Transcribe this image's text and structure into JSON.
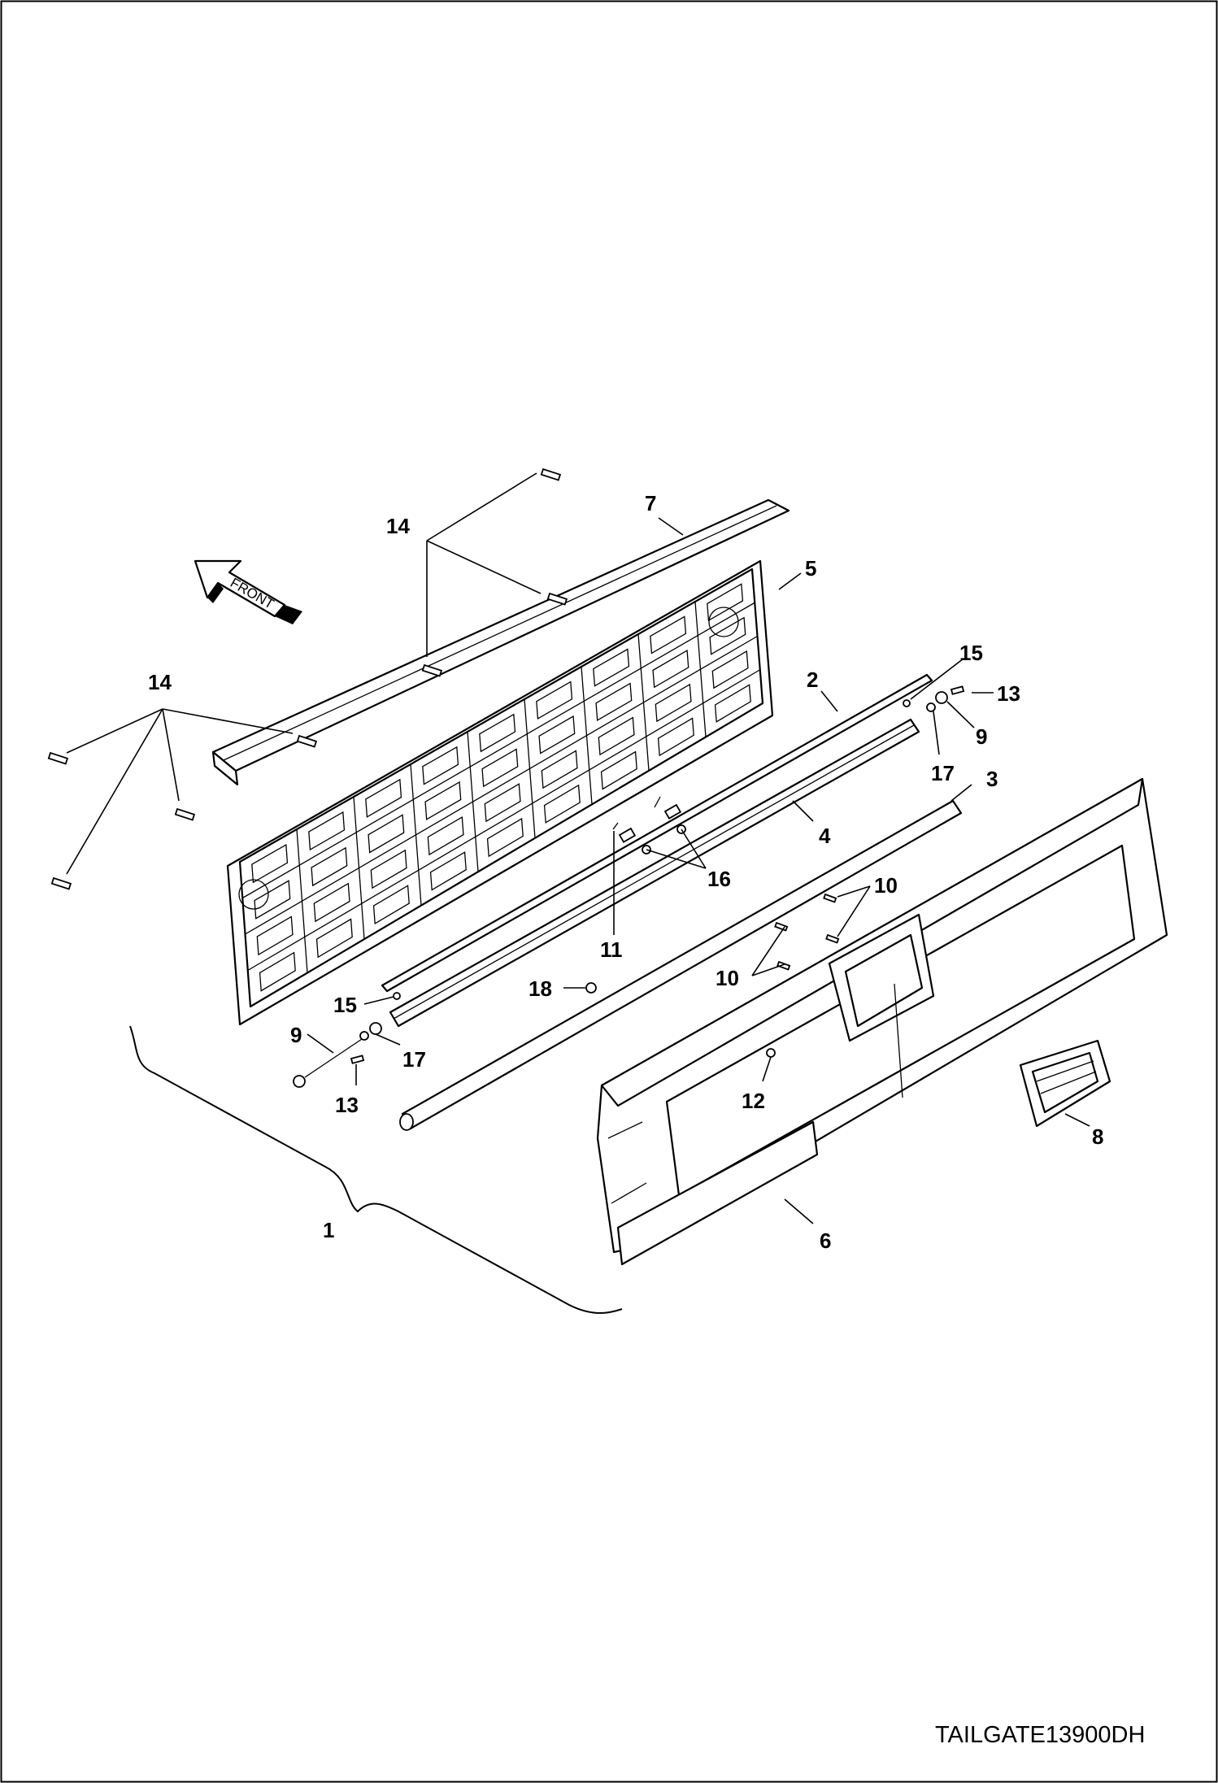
{
  "drawing_code": "TAILGATE13900DH",
  "front_arrow_label": "FRONT",
  "callouts": {
    "c1": "1",
    "c2": "2",
    "c3": "3",
    "c4": "4",
    "c5": "5",
    "c6": "6",
    "c7": "7",
    "c8": "8",
    "c9a": "9",
    "c9b": "9",
    "c10a": "10",
    "c10b": "10",
    "c11": "11",
    "c12": "12",
    "c13a": "13",
    "c13b": "13",
    "c14a": "14",
    "c14b": "14",
    "c15a": "15",
    "c15b": "15",
    "c16": "16",
    "c17a": "17",
    "c17b": "17",
    "c18": "18"
  }
}
